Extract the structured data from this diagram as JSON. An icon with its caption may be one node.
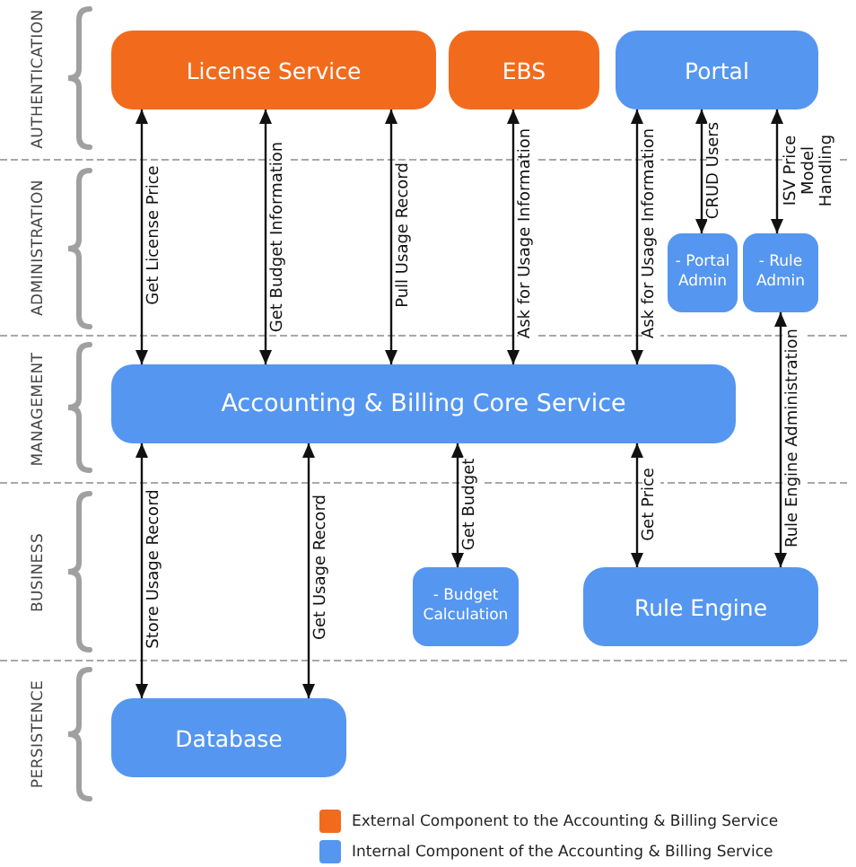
{
  "diagram": {
    "nodes": [
      {
        "text": [
          "License Service"
        ]
      },
      {
        "text": [
          "EBS"
        ]
      },
      {
        "text": [
          "Portal"
        ]
      },
      {
        "text": [
          "- Portal Admin"
        ]
      },
      {
        "text": [
          "- Rule Admin"
        ]
      },
      {
        "text": [
          "Accounting & Billing Core Service"
        ]
      },
      {
        "text": [
          "- Budget Calculation"
        ]
      },
      {
        "text": [
          "Rule Engine"
        ]
      },
      {
        "text": [
          "Database"
        ]
      }
    ],
    "edges": [
      {
        "from": 0,
        "to": 5,
        "arrow": "both",
        "label": "Get License Price"
      },
      {
        "from": 0,
        "to": 5,
        "arrow": "both",
        "label": "Get Budget Information"
      },
      {
        "from": 0,
        "to": 5,
        "arrow": "both",
        "label": "Pull Usage Record"
      },
      {
        "from": 1,
        "to": 5,
        "arrow": "both",
        "label": "Ask for Usage Information"
      },
      {
        "from": 2,
        "to": 5,
        "arrow": "both",
        "label": "Ask for Usage Information"
      },
      {
        "from": 2,
        "to": 3,
        "arrow": "both",
        "label": "CRUD Users"
      },
      {
        "from": 2,
        "to": 4,
        "arrow": "both",
        "label": "ISV Price Model Handling"
      },
      {
        "from": 4,
        "to": 7,
        "arrow": "both",
        "label": "Rule Engine Administration"
      },
      {
        "from": 5,
        "to": 8,
        "arrow": "both",
        "label": "Store Usage Record"
      },
      {
        "from": 5,
        "to": 8,
        "arrow": "both",
        "label": "Get Usage Record"
      },
      {
        "from": 5,
        "to": 6,
        "arrow": "both",
        "label": "Get Budget"
      },
      {
        "from": 5,
        "to": 7,
        "arrow": "both",
        "label": "Get Price"
      }
    ],
    "labels": [
      "AUTHENTICATION",
      "ADMINISTRATION",
      "MANAGEMENT",
      "BUSINESS",
      "PERSISTENCE"
    ],
    "legend": [
      {
        "text": "External Component to the Accounting & Billing Service",
        "color": "#f26b1c"
      },
      {
        "text": "Internal Component of the Accounting & Billing Service",
        "color": "#5596f0"
      }
    ]
  }
}
